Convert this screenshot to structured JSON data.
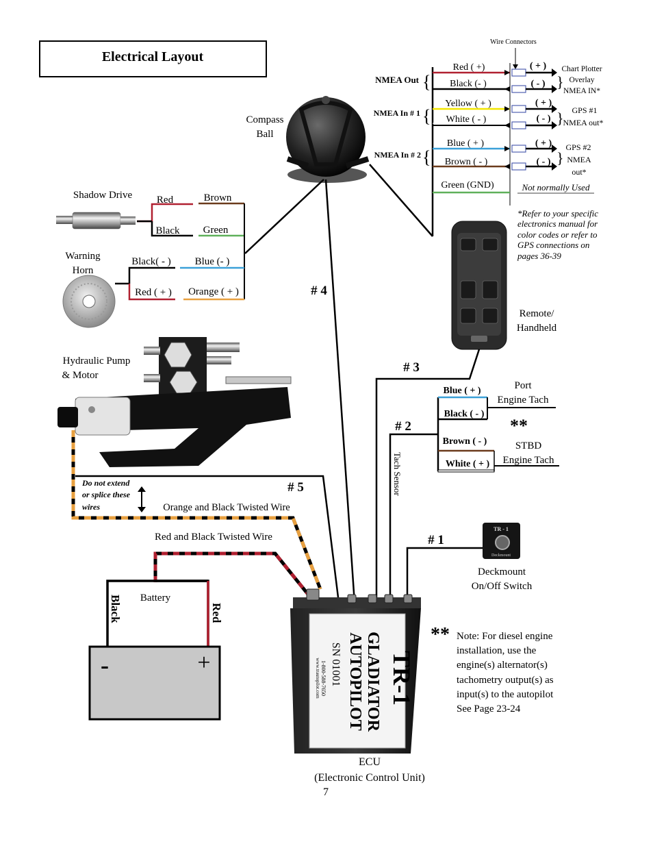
{
  "title": "Electrical Layout",
  "page_number": "7",
  "colors": {
    "red": "#b02030",
    "black": "#000000",
    "yellow": "#f2e600",
    "white": "#ffffff",
    "blue": "#3aa0d8",
    "brown": "#6b3b1c",
    "green": "#5fb05a",
    "orange": "#e8a040",
    "battery_fill": "#c8c8c8"
  },
  "nmea": {
    "wire_connectors": "Wire Connectors",
    "out_label": "NMEA Out",
    "in1_label": "NMEA In # 1",
    "in2_label": "NMEA In # 2",
    "wires": {
      "red_plus": "Red ( +)",
      "black_minus": "Black (- )",
      "yellow_plus": "Yellow ( + )",
      "white_minus": "White ( - )",
      "blue_plus": "Blue ( + )",
      "brown_minus": "Brown ( - )",
      "green_gnd": "Green (GND)"
    },
    "plus": "( + )",
    "minus": "( - )",
    "chart_plotter": [
      "Chart Plotter",
      "Overlay",
      "NMEA IN*"
    ],
    "gps1": [
      "GPS #1",
      "NMEA out*"
    ],
    "gps2": [
      "GPS #2",
      "NMEA",
      "out*"
    ],
    "not_used": "Not normally Used",
    "refer_note": [
      "*Refer to your specific",
      "electronics manual for",
      "color codes or refer to",
      "GPS connections on",
      "pages 36-39"
    ]
  },
  "compass": [
    "Compass",
    "Ball"
  ],
  "shadow_drive": {
    "label": "Shadow Drive",
    "red": "Red",
    "black": "Black",
    "brown": "Brown",
    "green": "Green"
  },
  "warning_horn": {
    "label": [
      "Warning",
      "Horn"
    ],
    "black": "Black( - )",
    "red": "Red ( + )",
    "blue": "Blue (- )",
    "orange": "Orange ( + )"
  },
  "remote": [
    "Remote/",
    "Handheld"
  ],
  "hydraulic": [
    "Hydraulic Pump",
    "& Motor"
  ],
  "connections": {
    "c1": "# 1",
    "c2": "# 2",
    "c3": "# 3",
    "c4": "# 4",
    "c5": "# 5"
  },
  "tach": {
    "sensor": "Tach Sensor",
    "blue": "Blue ( + )",
    "black": "Black ( - )",
    "brown": "Brown ( - )",
    "white": "White ( + )",
    "port": [
      "Port",
      "Engine Tach"
    ],
    "stbd": [
      "STBD",
      "Engine Tach"
    ],
    "stars": "**"
  },
  "do_not_extend": [
    "Do not extend",
    "or splice these",
    "wires"
  ],
  "orange_black_twisted": "Orange and Black Twisted Wire",
  "red_black_twisted": "Red and Black Twisted Wire",
  "battery": {
    "label": "Battery",
    "black": "Black",
    "red": "Red",
    "minus": "-",
    "plus": "+"
  },
  "deckmount": {
    "label": [
      "Deckmount",
      "On/Off Switch"
    ],
    "panel_top": "TR - 1",
    "panel_bottom": "Deckmount"
  },
  "ecu": {
    "label": [
      "ECU",
      "(Electronic Control Unit)"
    ],
    "brand_lines": [
      "TR-1",
      "GLADIATOR",
      "AUTOPILOT"
    ],
    "serial": "SN 01001",
    "phone": "1-800-588-7650",
    "web": "www.trautopilot.com"
  },
  "note": {
    "stars": "**",
    "lines": [
      "Note: For diesel engine",
      "installation, use the",
      "engine(s) alternator(s)",
      "tachometry output(s) as",
      "input(s) to the autopilot",
      "See Page 23-24"
    ]
  }
}
